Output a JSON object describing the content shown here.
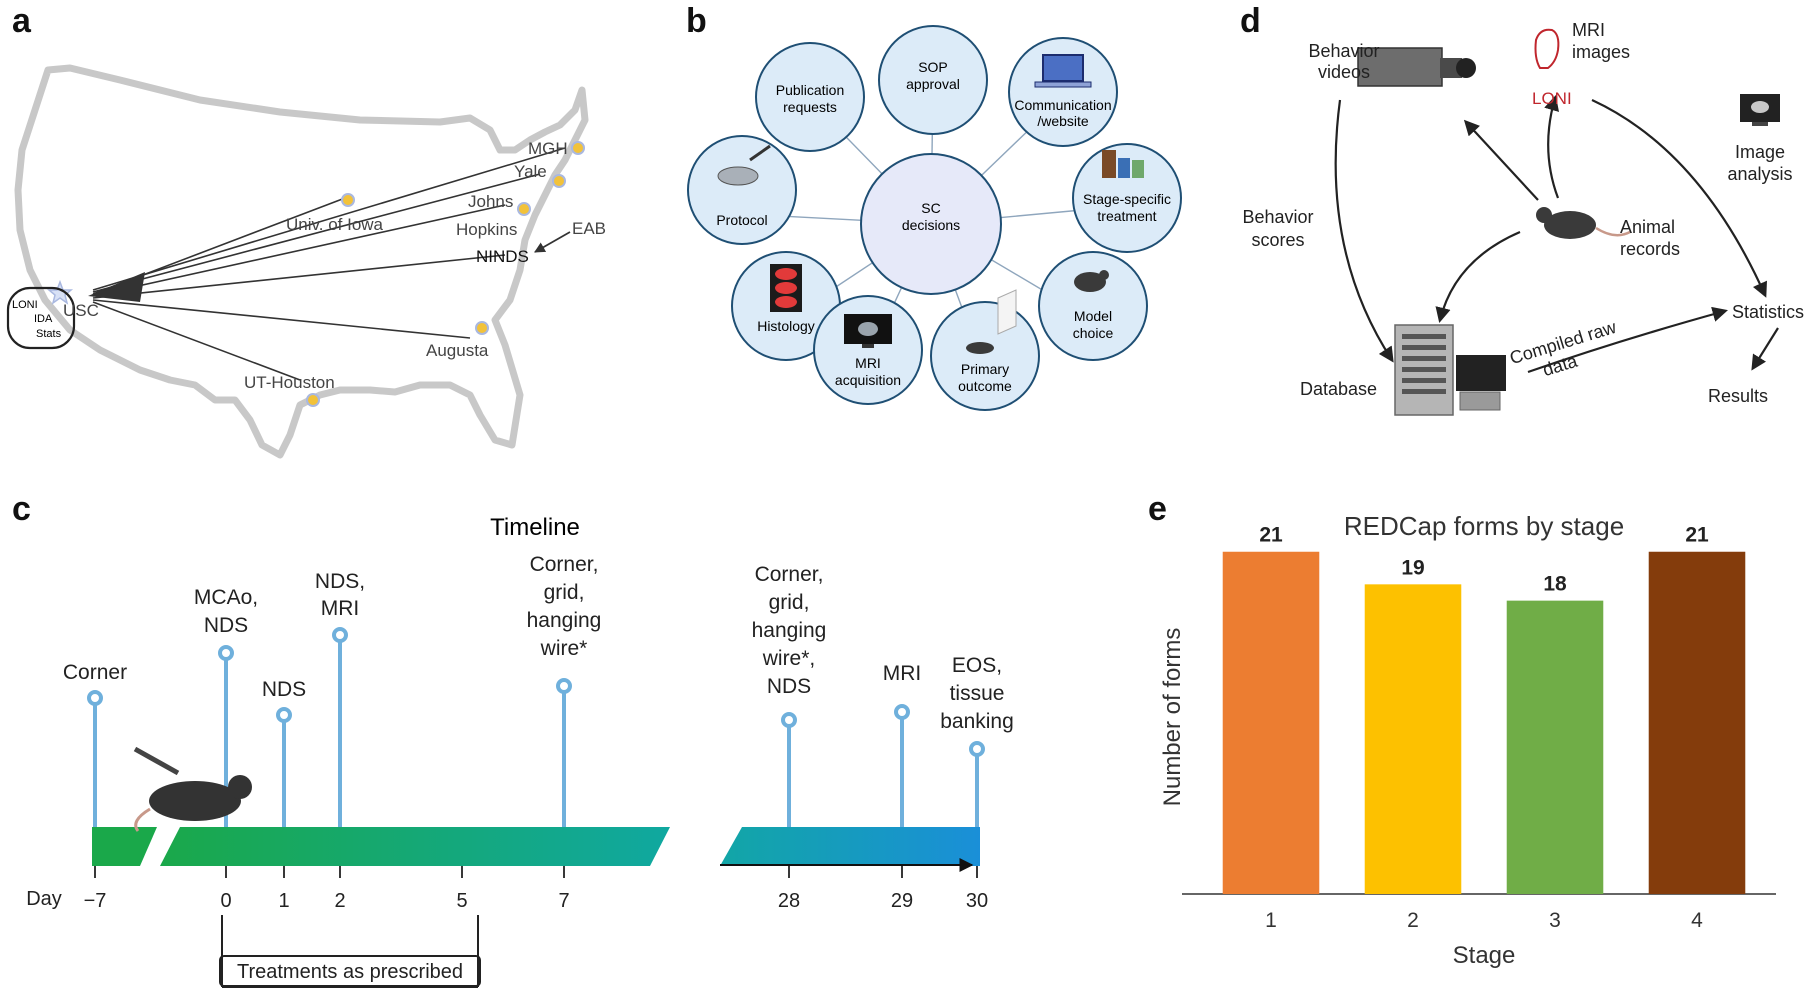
{
  "panels": {
    "a": "a",
    "b": "b",
    "c": "c",
    "d": "d",
    "e": "e"
  },
  "map": {
    "sites": {
      "mgh": "MGH",
      "yale": "Yale",
      "johns_hopkins_1": "Johns",
      "johns_hopkins_2": "Hopkins",
      "iowa": "Univ. of Iowa",
      "ninds": "NINDS",
      "eab": "EAB",
      "usc": "USC",
      "augusta": "Augusta",
      "ut_houston": "UT-Houston"
    },
    "loni_box": {
      "line1": "LONI",
      "line2": "IDA",
      "line3": "Stats"
    },
    "colors": {
      "map_outline": "#c8c8c8",
      "site_dot": "#f2c23a",
      "site_dot_ring": "#a9b8e0",
      "arrow": "#333333"
    }
  },
  "network": {
    "center": {
      "line1": "SC",
      "line2": "decisions"
    },
    "nodes": {
      "sop": {
        "line1": "SOP",
        "line2": "approval"
      },
      "publication": {
        "line1": "Publication",
        "line2": "requests"
      },
      "communication": {
        "line1": "Communication",
        "line2": "/website"
      },
      "protocol": {
        "line1": "Protocol"
      },
      "stage_treatment": {
        "line1": "Stage-specific",
        "line2": "treatment"
      },
      "histology": {
        "line1": "Histology"
      },
      "model_choice": {
        "line1": "Model",
        "line2": "choice"
      },
      "mri_acq": {
        "line1": "MRI",
        "line2": "acquisition"
      },
      "primary_outcome": {
        "line1": "Primary",
        "line2": "outcome"
      }
    },
    "colors": {
      "node_fill": "#dcebf8",
      "node_stroke": "#1f4f74",
      "center_fill": "#e6e9f9"
    }
  },
  "timeline": {
    "title": "Timeline",
    "day_label": "Day",
    "days": {
      "m7": "−7",
      "d0": "0",
      "d1": "1",
      "d2": "2",
      "d5": "5",
      "d7": "7",
      "d28": "28",
      "d29": "29",
      "d30": "30"
    },
    "events": {
      "corner": {
        "line1": "Corner"
      },
      "mcao": {
        "line1": "MCAo,",
        "line2": "NDS"
      },
      "nds1": {
        "line1": "NDS"
      },
      "nds_mri": {
        "line1": "NDS,",
        "line2": "MRI"
      },
      "d7": {
        "line1": "Corner,",
        "line2": "grid,",
        "line3": "hanging",
        "line4": "wire*"
      },
      "d28": {
        "line1": "Corner,",
        "line2": "grid,",
        "line3": "hanging",
        "line4": "wire*,",
        "line5": "NDS"
      },
      "d29": {
        "line1": "MRI"
      },
      "d30": {
        "line1": "EOS,",
        "line2": "tissue",
        "line3": "banking"
      }
    },
    "treatment_label": "Treatments as prescribed",
    "colors": {
      "pin": "#6fb0dc",
      "bar_start": "#1aa84a",
      "bar_end": "#1a8fd8"
    }
  },
  "workflow": {
    "behavior_videos": {
      "line1": "Behavior",
      "line2": "videos"
    },
    "mri_images": {
      "line1": "MRI",
      "line2": "images"
    },
    "loni": "LONI",
    "image_analysis": {
      "line1": "Image",
      "line2": "analysis"
    },
    "behavior_scores": {
      "line1": "Behavior",
      "line2": "scores"
    },
    "animal_records": {
      "line1": "Animal",
      "line2": "records"
    },
    "statistics": "Statistics",
    "database": "Database",
    "compiled": {
      "line1": "Compiled raw",
      "line2": "data"
    },
    "results": "Results",
    "colors": {
      "loni": "#c0262d"
    }
  },
  "chart_data": {
    "type": "bar",
    "title": "REDCap forms by stage",
    "xlabel": "Stage",
    "ylabel": "Number of forms",
    "categories": [
      "1",
      "2",
      "3",
      "4"
    ],
    "values": [
      21,
      19,
      18,
      21
    ],
    "value_labels": [
      "21",
      "19",
      "18",
      "21"
    ],
    "colors": [
      "#ec7d31",
      "#fdc100",
      "#70ad47",
      "#843c0c"
    ],
    "ylim": [
      0,
      23.5
    ],
    "grid": false,
    "legend": "none"
  }
}
